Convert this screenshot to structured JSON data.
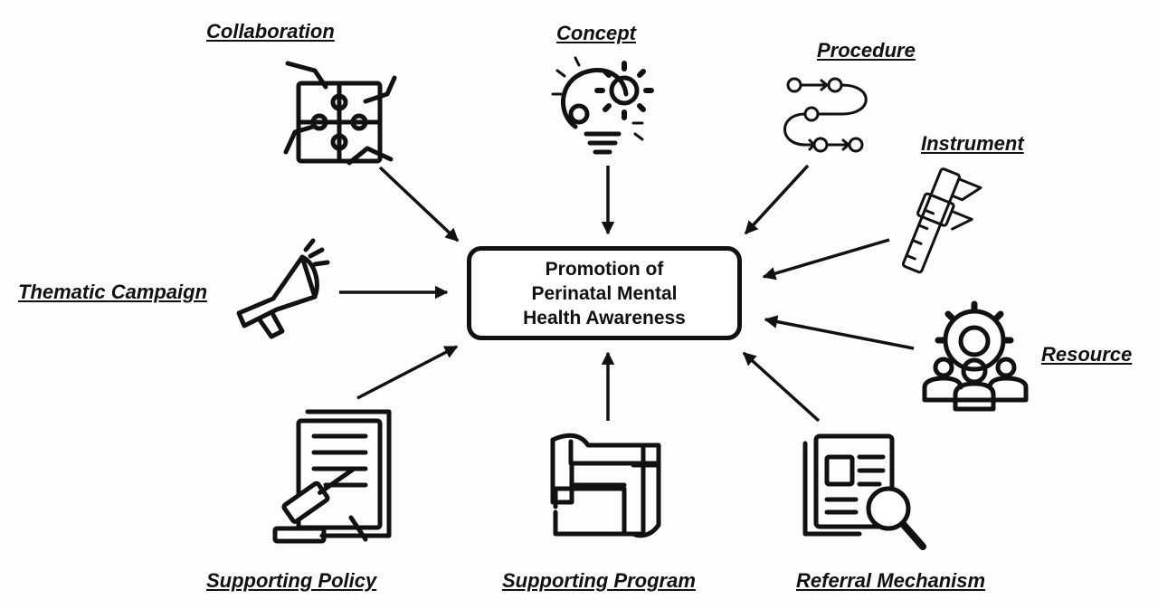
{
  "center": {
    "lines": [
      "Promotion of",
      "Perinatal Mental",
      "Health Awareness"
    ]
  },
  "nodes": {
    "collaboration": {
      "label": "Collaboration",
      "icon": "puzzle-hands-icon"
    },
    "concept": {
      "label": "Concept",
      "icon": "lightbulb-gear-icon"
    },
    "procedure": {
      "label": "Procedure",
      "icon": "flow-steps-icon"
    },
    "instrument": {
      "label": "Instrument",
      "icon": "caliper-icon"
    },
    "thematic_campaign": {
      "label": "Thematic Campaign",
      "icon": "megaphone-icon"
    },
    "resource": {
      "label": "Resource",
      "icon": "people-gear-icon"
    },
    "supporting_policy": {
      "label": "Supporting Policy",
      "icon": "gavel-document-icon"
    },
    "supporting_program": {
      "label": "Supporting Program",
      "icon": "joined-hands-icon"
    },
    "referral_mechanism": {
      "label": "Referral Mechanism",
      "icon": "document-search-icon"
    }
  }
}
